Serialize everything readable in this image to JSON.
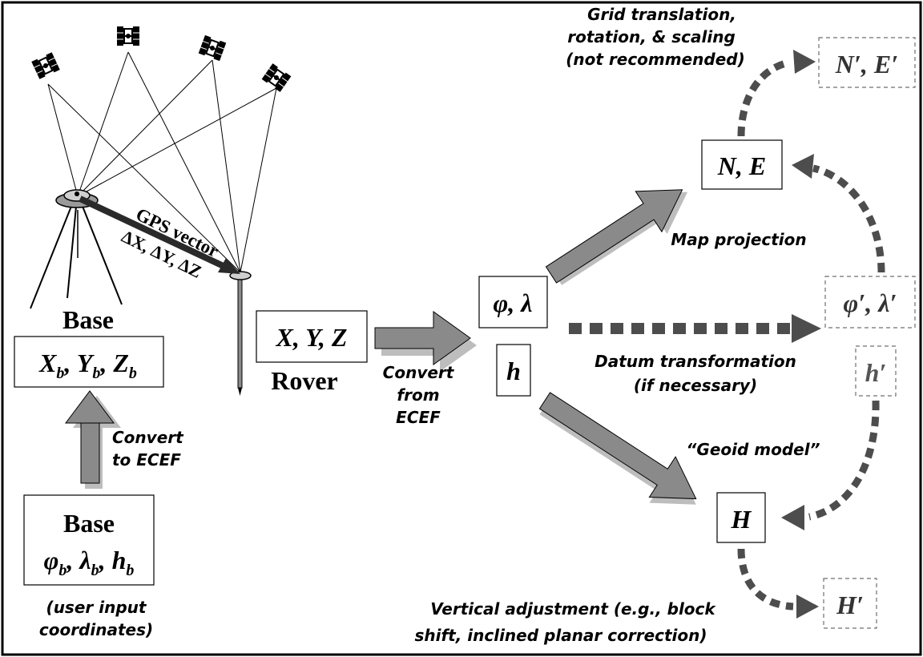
{
  "colors": {
    "arrow_fill": "#8a8a8a",
    "arrow_shadow": "#bdbdbd",
    "dotted": "#4d4d4d",
    "dashed_box": "#6f6f6f",
    "text": "#000000"
  },
  "boxes": {
    "base_ecef": {
      "x": "X",
      "y": "Y",
      "z": "Z",
      "sub": "b",
      "sep": ", "
    },
    "base_geo": {
      "title": "Base",
      "phi": "φ",
      "lambda": "λ",
      "h": "h",
      "sub": "b",
      "sep": ", "
    },
    "rover_xyz": {
      "text": "X, Y, Z"
    },
    "phi_lambda": {
      "text": "φ, λ"
    },
    "h": {
      "text": "h"
    },
    "ne": {
      "text": "N, E"
    },
    "ne_prime": {
      "text": "N′, E′"
    },
    "phi_lambda_prime": {
      "text": "φ′, λ′"
    },
    "h_prime": {
      "text": "h′"
    },
    "H": {
      "text": "H"
    },
    "H_prime": {
      "text": "H′"
    }
  },
  "labels": {
    "base_title": "Base",
    "rover": "Rover",
    "gps_vector_1": "GPS vector",
    "gps_vector_2": "ΔX, ΔY, ΔZ",
    "convert_ecef_1": "Convert",
    "convert_ecef_2": "to ECEF",
    "user_input_1": "(user input",
    "user_input_2": "coordinates)",
    "convert_from_1": "Convert",
    "convert_from_2": "from",
    "convert_from_3": "ECEF",
    "grid_1": "Grid translation,",
    "grid_2": "rotation, & scaling",
    "grid_3": "(not recommended)",
    "map_projection": "Map projection",
    "datum_1": "Datum transformation",
    "datum_2": "(if necessary)",
    "geoid": "“Geoid model”",
    "vertical_1": "Vertical adjustment (e.g., block",
    "vertical_2": "shift, inclined planar correction)"
  }
}
